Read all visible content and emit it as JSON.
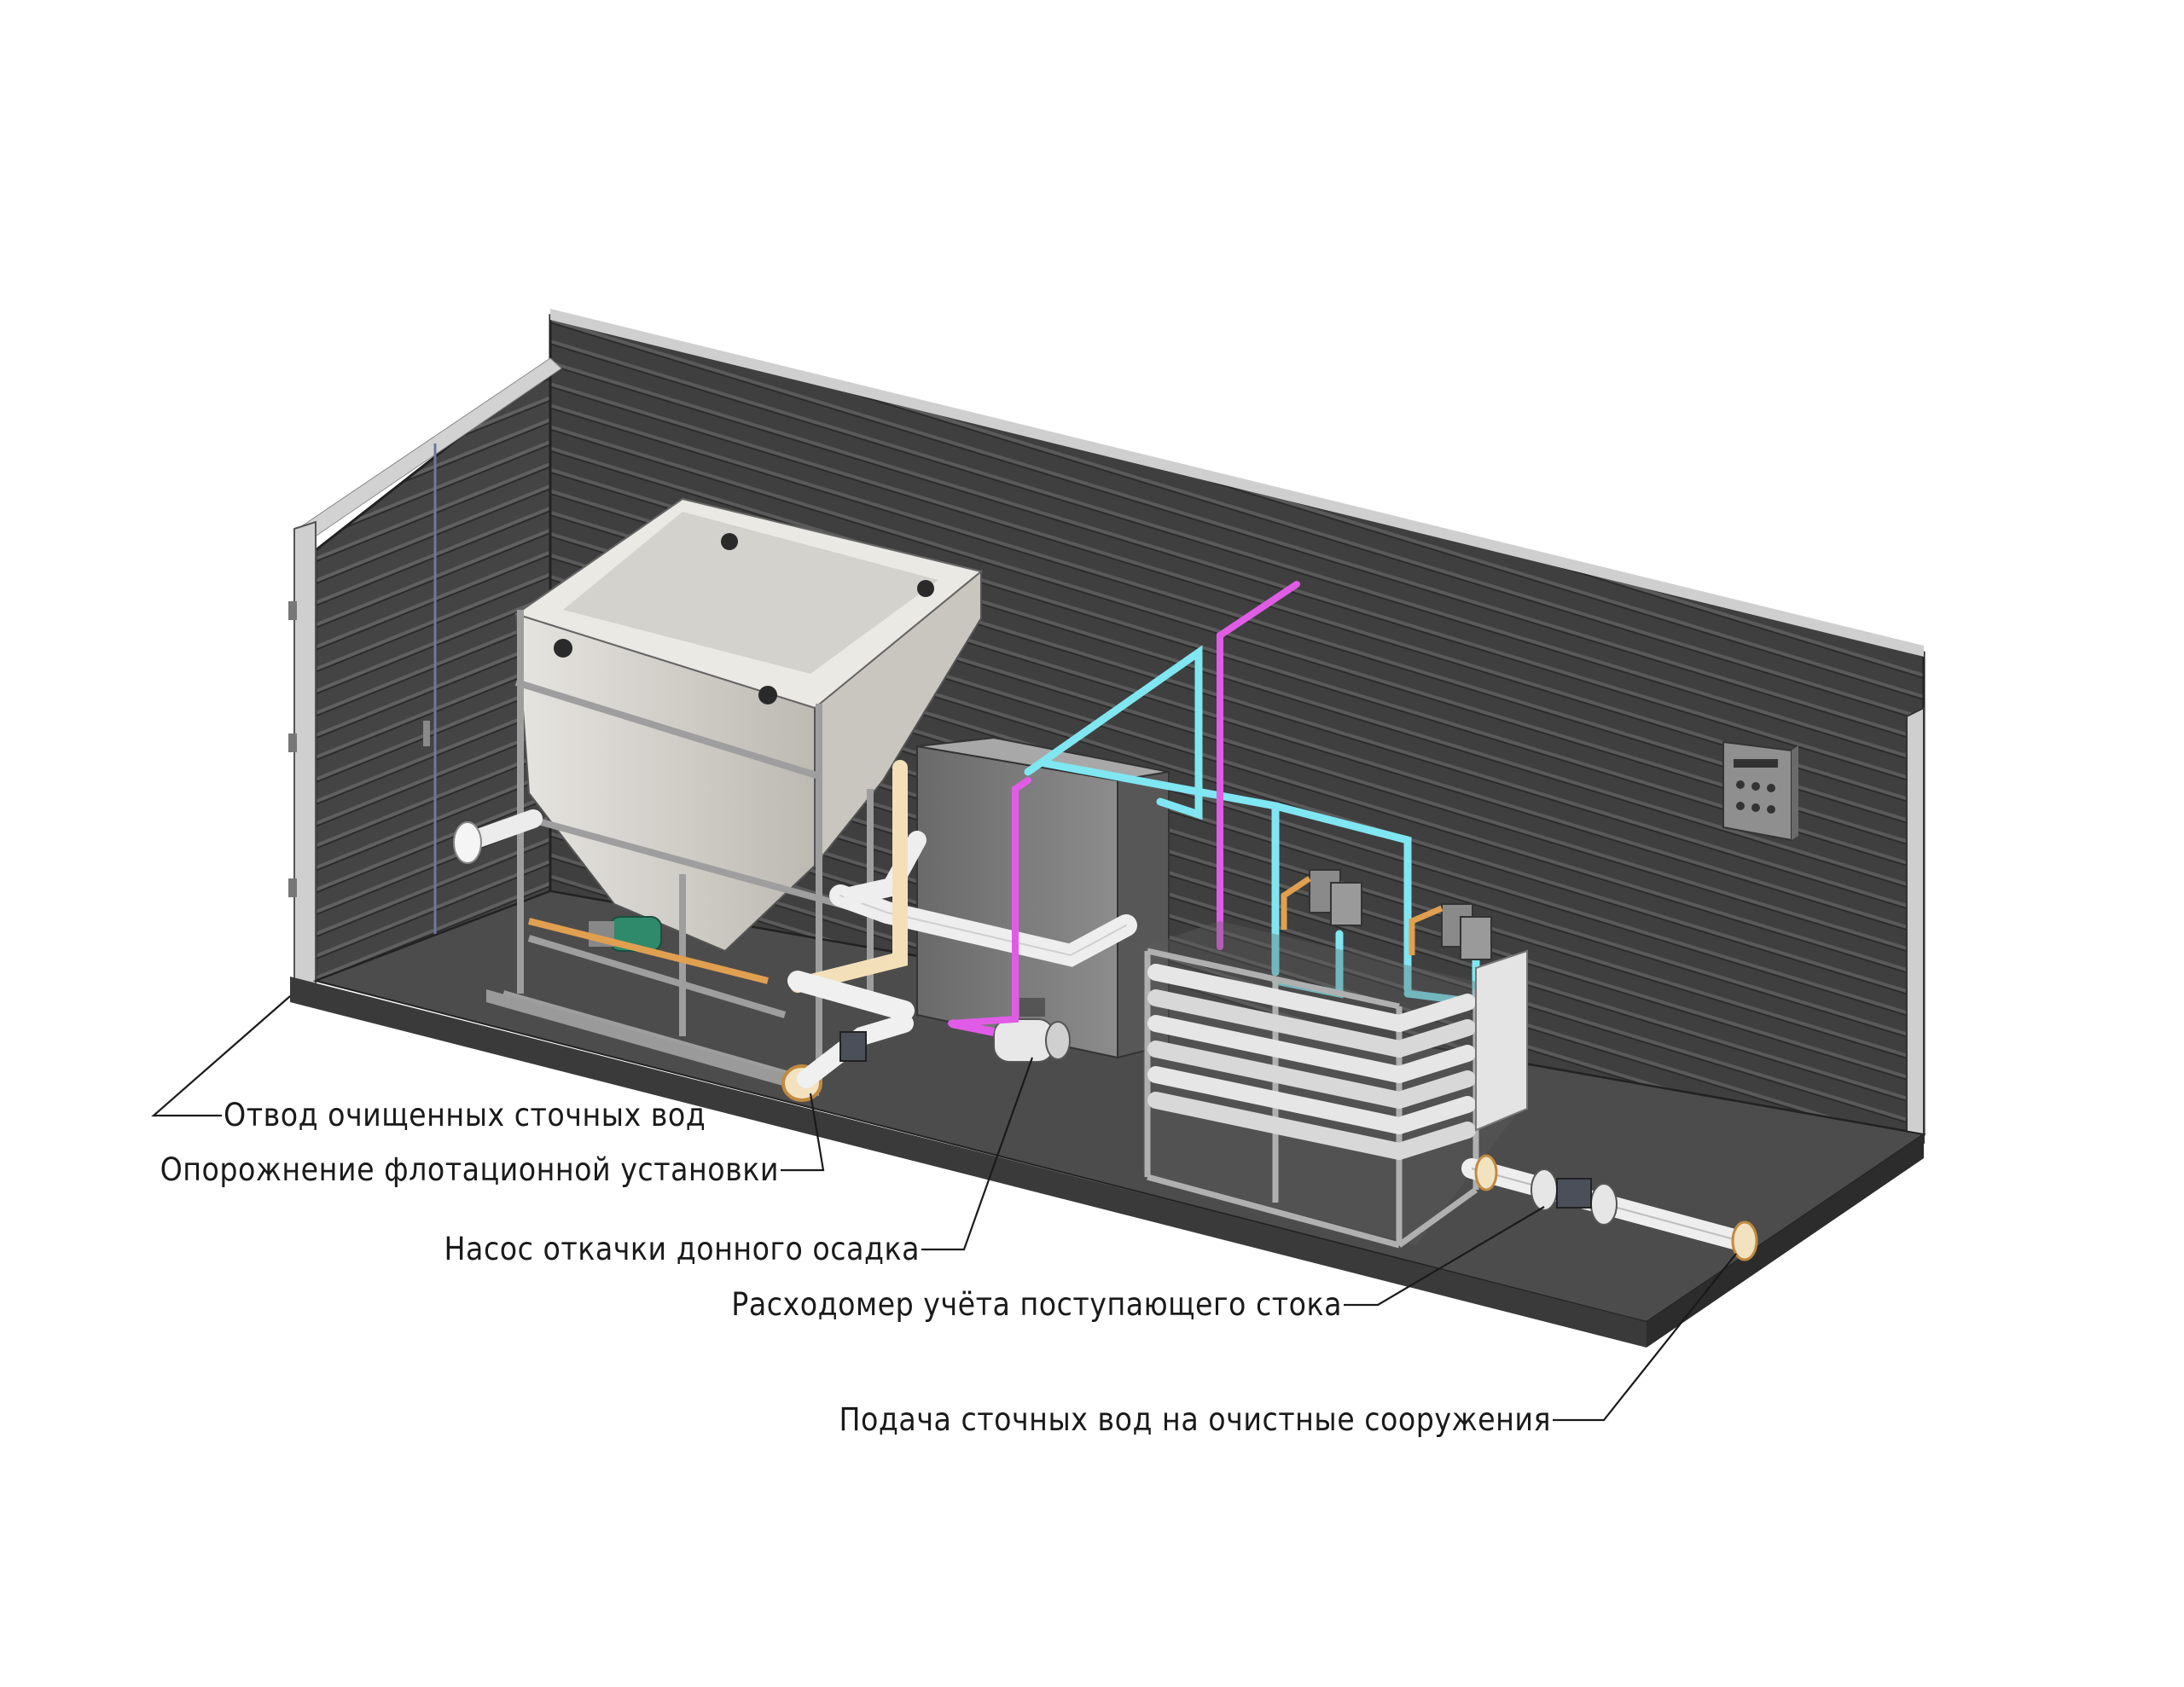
{
  "callouts": [
    {
      "id": "treated-outlet",
      "text": "Отвод очищенных сточных вод"
    },
    {
      "id": "flotation-drain",
      "text": "Опорожнение флотационной установки"
    },
    {
      "id": "sludge-pump",
      "text": "Насос откачки донного осадка"
    },
    {
      "id": "flowmeter",
      "text": "Расходомер учёта поступающего стока"
    },
    {
      "id": "wastewater-inlet",
      "text": "Подача сточных вод на очистные сооружения"
    }
  ],
  "colors": {
    "wall": "#3e3e3e",
    "wall_rib": "#575757",
    "floor": "#4a4a4a",
    "floor_edge": "#2e2e2e",
    "tank": "#d8d6d0",
    "frame": "#b9b9b9",
    "pipe_white": "#f2f2f2",
    "pipe_cyan": "#7fe6f2",
    "pipe_magenta": "#e05ce6",
    "pipe_orange": "#e0a050",
    "pump_green": "#2e8a6a"
  }
}
